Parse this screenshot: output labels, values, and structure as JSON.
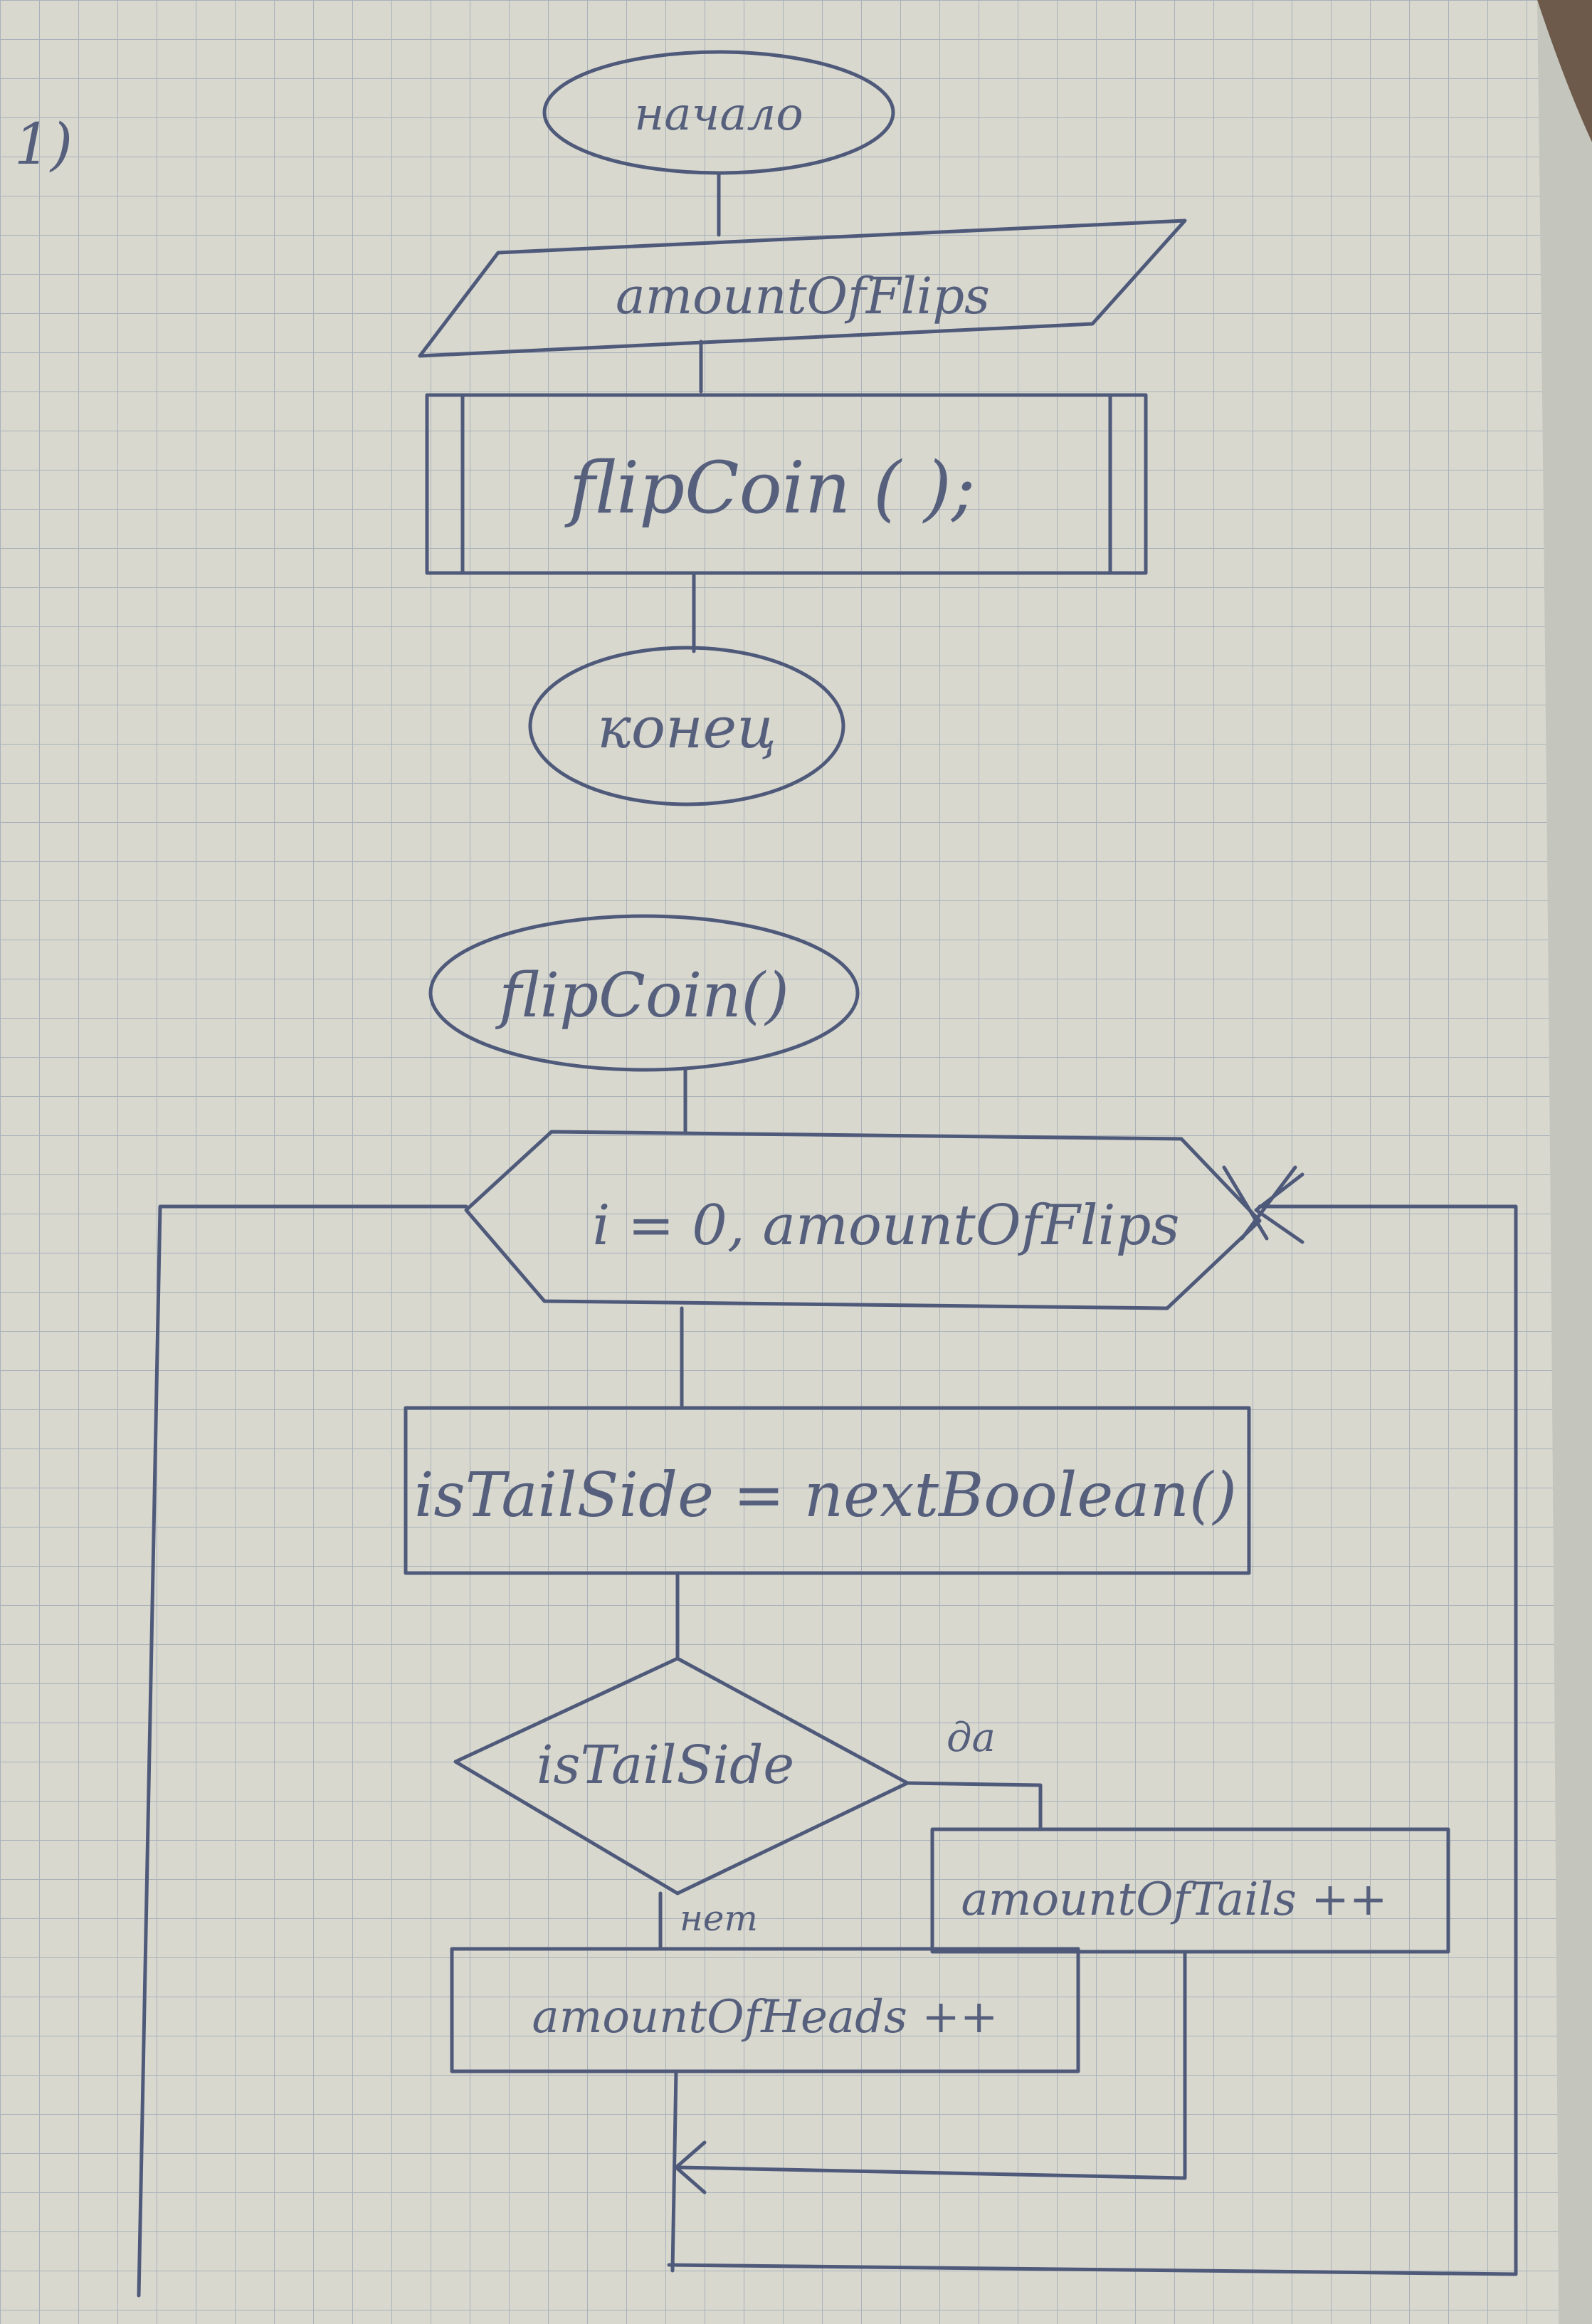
{
  "page_number": "1)",
  "main": {
    "start_label": "начало",
    "input_label": "amountOfFlips",
    "call_label": "flipCoin ( );",
    "end_label": "конец"
  },
  "function": {
    "name_label": "flipCoin()",
    "loop_label": "i = 0, amountOfFlips",
    "assign_label": "isTailSide = nextBoolean()",
    "condition_label": "isTailSide",
    "yes_label": "да",
    "no_label": "нет",
    "tails_label": "amountOfTails ++",
    "heads_label": "amountOfHeads ++"
  },
  "colors": {
    "paper": "#d8d8cf",
    "grid": "#a9b1ba",
    "ink": "#4f5a7a",
    "background": "#6e5a4a"
  }
}
